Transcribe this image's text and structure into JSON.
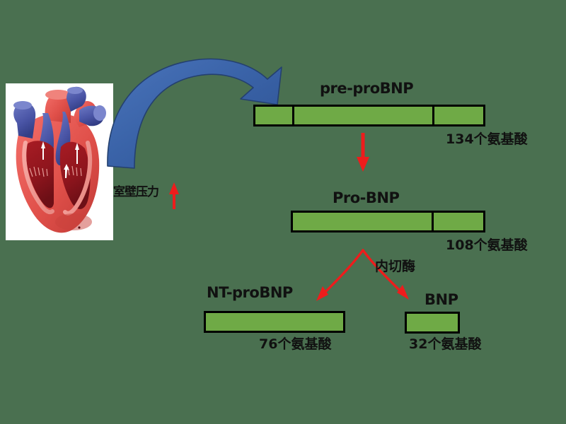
{
  "diagram": {
    "title": "BNP synthesis and cleavage pathway",
    "background_color": "#4a7050",
    "bar_fill_color": "#6faa46",
    "bar_stroke_color": "#000000",
    "blue_arrow_color": "#3a63a8",
    "red_arrow_color": "#ee1c1c"
  },
  "heart": {
    "icon_name": "heart-cross-section-illustration",
    "alt": "anatomical cross-section of the human heart",
    "muscle_color": "#e04a45",
    "vein_color": "#4a5aa8",
    "chamber_color": "#b52028",
    "background_color": "#ffffff"
  },
  "stimulus": {
    "label": "室壁压力",
    "arrow_icon": "arrow-up-icon",
    "arrow_direction": "up",
    "arrow_color": "#ee1c1c"
  },
  "arrows": {
    "heart_to_preprobnp": {
      "icon_name": "curved-arrow-right-icon",
      "color": "#3a63a8"
    },
    "preprobnp_to_probnp": {
      "icon_name": "arrow-down-icon",
      "color": "#ee1c1c"
    },
    "cleavage_left": {
      "icon_name": "curved-arrow-down-left-icon",
      "color": "#ee1c1c"
    },
    "cleavage_right": {
      "icon_name": "curved-arrow-down-right-icon",
      "color": "#ee1c1c"
    }
  },
  "enzyme": {
    "label": "内切酶"
  },
  "proteins": [
    {
      "key": "pre_probnp",
      "name": "pre-proBNP",
      "length_label": "134个氨基酸",
      "amino_acids": 134,
      "segments": 3
    },
    {
      "key": "probnp",
      "name": "Pro-BNP",
      "length_label": "108个氨基酸",
      "amino_acids": 108,
      "segments": 2
    },
    {
      "key": "nt_probnp",
      "name": "NT-proBNP",
      "length_label": "76个氨基酸",
      "amino_acids": 76,
      "segments": 1
    },
    {
      "key": "bnp",
      "name": "BNP",
      "length_label": "32个氨基酸",
      "amino_acids": 32,
      "segments": 1
    }
  ]
}
